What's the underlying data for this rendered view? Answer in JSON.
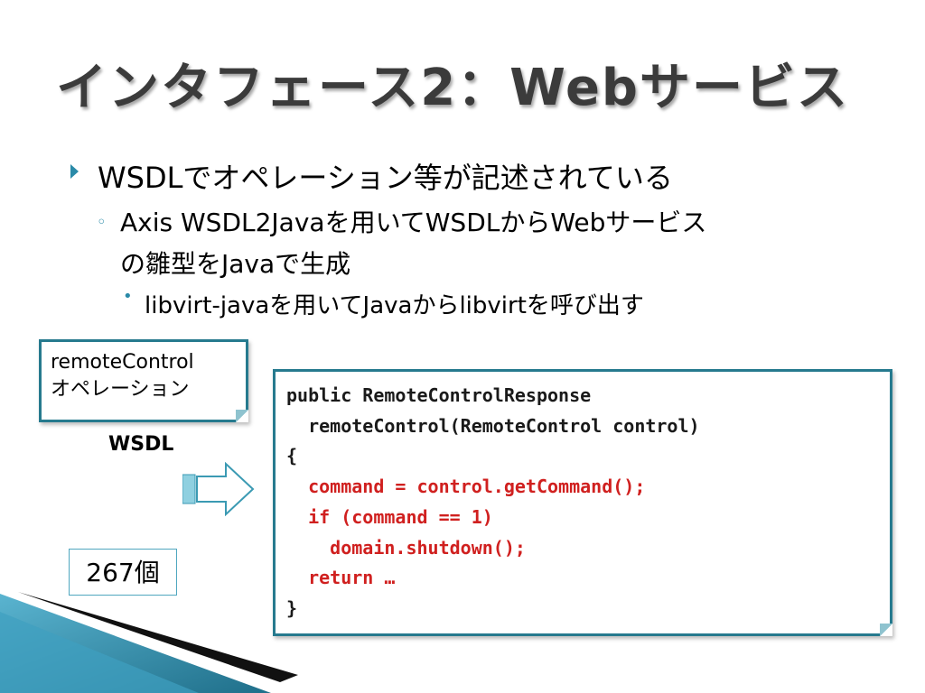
{
  "slide": {
    "title": "インタフェース2：Webサービス",
    "bullets": {
      "level1": "WSDLでオペレーション等が記述されている",
      "level2_line1": "Axis WSDL2Javaを用いてWSDLからWebサービス",
      "level2_line2": "の雛型をJavaで生成",
      "level3": "libvirt-javaを用いてJavaからlibvirtを呼び出す"
    },
    "callout": {
      "line1": "remoteControl",
      "line2": "オペレーション"
    },
    "wsdl_label": "WSDL",
    "count_label": "267個",
    "code": [
      {
        "text": "public RemoteControlResponse",
        "highlight": false
      },
      {
        "text": "  remoteControl(RemoteControl control)",
        "highlight": false
      },
      {
        "text": "{",
        "highlight": false
      },
      {
        "text": "  command = control.getCommand();",
        "highlight": true
      },
      {
        "text": "  if (command == 1)",
        "highlight": true
      },
      {
        "text": "    domain.shutdown();",
        "highlight": true
      },
      {
        "text": "  return …",
        "highlight": true
      },
      {
        "text": "}",
        "highlight": false
      }
    ],
    "icons": {
      "bullet1": "triangle-bullet-icon",
      "bullet2": "circle-bullet-icon",
      "bullet3": "dot-bullet-icon",
      "arrow": "right-arrow-icon"
    },
    "colors": {
      "accent": "#267a8e",
      "code_highlight": "#d0201f",
      "title": "#3b3b3b"
    }
  }
}
